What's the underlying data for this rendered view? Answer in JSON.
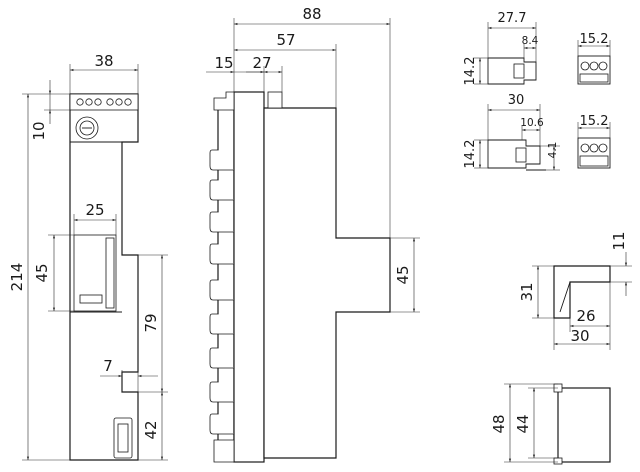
{
  "dimensions": {
    "front_width": "38",
    "front_top": "10",
    "front_height": "214",
    "front_window_width": "25",
    "front_window_height": "45",
    "front_rail_height": "79",
    "front_step": "7",
    "front_bottom": "42",
    "side_total_depth": "88",
    "side_depth_mid": "57",
    "side_depth_a": "15",
    "side_depth_b": "27",
    "side_body_height": "45",
    "tb1_width": "27.7",
    "tb1_inner": "8.4",
    "tb1_height": "14.2",
    "tb1_pitch": "15.2",
    "tb2_width": "30",
    "tb2_inner": "10.6",
    "tb2_small": "4.1",
    "tb2_height": "14.2",
    "tb2_pitch": "15.2",
    "bracket_top": "11",
    "bracket_height": "31",
    "bracket_inner": "26",
    "bracket_width": "30",
    "cap_outer": "48",
    "cap_inner": "44"
  }
}
